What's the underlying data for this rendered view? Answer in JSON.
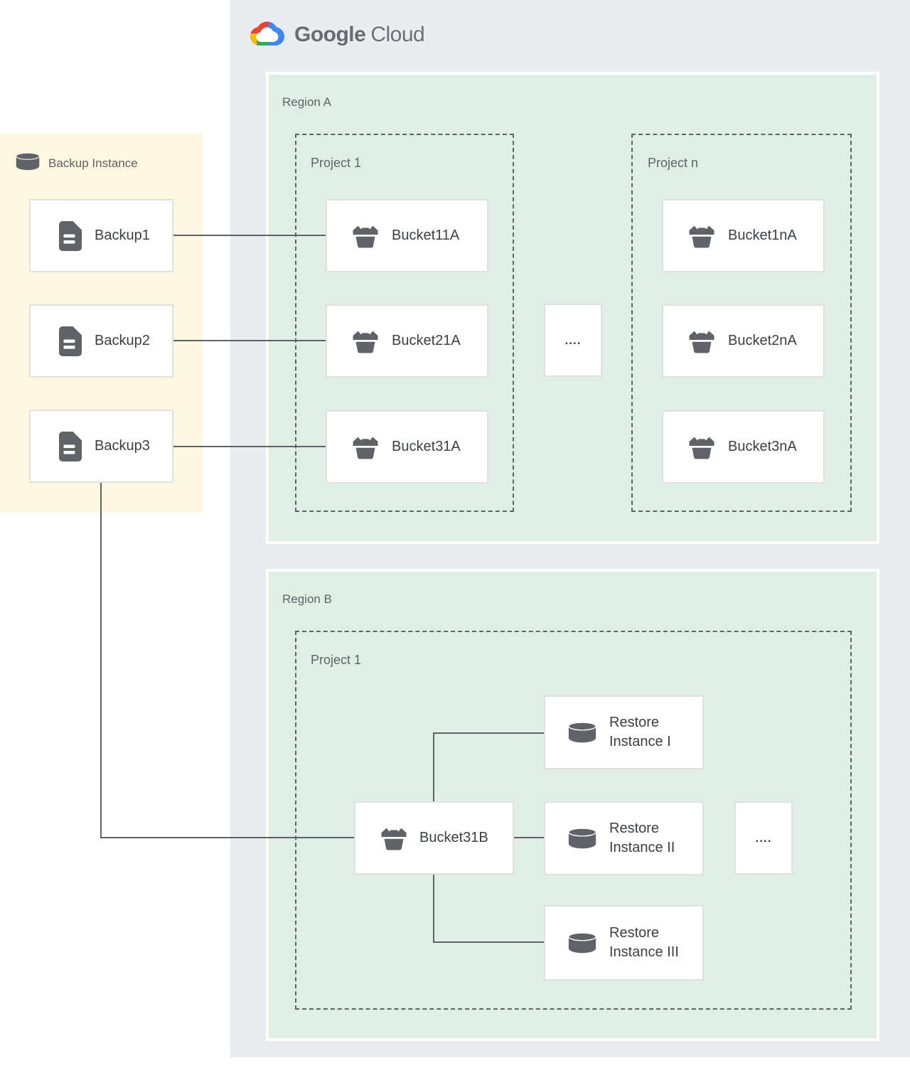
{
  "logo": {
    "brand": "Google",
    "product": "Cloud"
  },
  "backup_panel": {
    "title": "Backup Instance",
    "items": [
      "Backup1",
      "Backup2",
      "Backup3"
    ]
  },
  "region_a": {
    "label": "Region A",
    "project_1": {
      "label": "Project 1",
      "buckets": [
        "Bucket11A",
        "Bucket21A",
        "Bucket31A"
      ]
    },
    "ellipsis": "....",
    "project_n": {
      "label": "Project n",
      "buckets": [
        "Bucket1nA",
        "Bucket2nA",
        "Bucket3nA"
      ]
    }
  },
  "region_b": {
    "label": "Region B",
    "project_1": {
      "label": "Project 1",
      "bucket": "Bucket31B",
      "restore_instances": [
        "Restore Instance I",
        "Restore Instance II",
        "Restore Instance III"
      ],
      "ellipsis": "...."
    }
  },
  "colors": {
    "cloud_panel_bg": "#e9edf0",
    "region_panel_bg": "#e0efe6",
    "backup_panel_bg": "#fdf6e1",
    "connector": "#5f6368",
    "box_border": "#e0e0e0",
    "label_gray": "#5f6368",
    "label_dark": "#3c4043",
    "google_blue": "#4285F4",
    "google_red": "#EA4335",
    "google_yellow": "#FBBC05",
    "google_green": "#34A853"
  }
}
